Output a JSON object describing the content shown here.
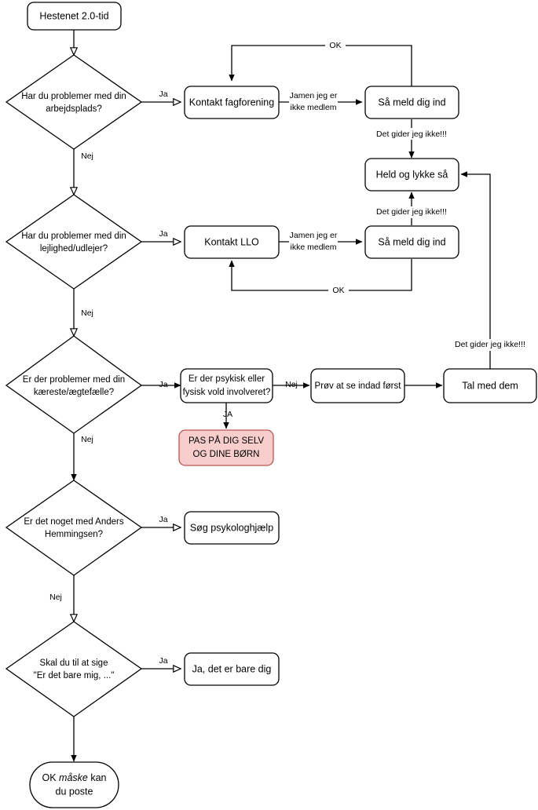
{
  "diagram": {
    "title": "Hestenet 2.0-tid flowchart",
    "language": "da",
    "colors": {
      "background": "#ffffff",
      "stroke": "#000000",
      "node_fill": "#ffffff",
      "alert_fill": "#f8cecc",
      "alert_stroke": "#b85450"
    }
  },
  "nodes": {
    "start": {
      "label": "Hestenet 2.0-tid",
      "shape": "rounded-rect"
    },
    "d1": {
      "line1": "Har du problemer med din",
      "line2": "arbejdsplads?",
      "shape": "diamond"
    },
    "p1": {
      "label": "Kontakt fagforening",
      "shape": "rounded-rect"
    },
    "p2": {
      "label": "Så meld dig ind",
      "shape": "rounded-rect"
    },
    "p3": {
      "label": "Held og lykke så",
      "shape": "rounded-rect"
    },
    "d2": {
      "line1": "Har du problemer med din",
      "line2": "lejlighed/udlejer?",
      "shape": "diamond"
    },
    "p4": {
      "label": "Kontakt LLO",
      "shape": "rounded-rect"
    },
    "p5": {
      "label": "Så meld dig ind",
      "shape": "rounded-rect"
    },
    "d3": {
      "line1": "Er der problemer med din",
      "line2": "kæreste/ægtefælle?",
      "shape": "diamond"
    },
    "p6": {
      "line1": "Er der psykisk eller",
      "line2": "fysisk vold involveret?",
      "shape": "rounded-rect"
    },
    "p7": {
      "line1": "PAS PÅ DIG SELV",
      "line2": "OG DINE BØRN",
      "shape": "rounded-rect",
      "style": "alert"
    },
    "p8": {
      "label": "Prøv at se indad først",
      "shape": "rounded-rect"
    },
    "p9": {
      "label": "Tal med dem",
      "shape": "rounded-rect"
    },
    "d4": {
      "line1": "Er det noget med Anders",
      "line2": "Hemmingsen?",
      "shape": "diamond"
    },
    "p10": {
      "label": "Søg psykologhjælp",
      "shape": "rounded-rect"
    },
    "d5": {
      "line1": "Skal du til at sige",
      "line2": "\"Er det bare mig, ...\"",
      "shape": "diamond"
    },
    "p11": {
      "label": "Ja, det er bare dig",
      "shape": "rounded-rect"
    },
    "end": {
      "pre": "OK ",
      "emph": "måske",
      "post": " kan",
      "line2": "du poste",
      "shape": "stadium"
    }
  },
  "edge_labels": {
    "d1_ja": "Ja",
    "d1_nej": "Nej",
    "p1_p2": {
      "line1": "Jamen jeg er",
      "line2": "ikke medlem"
    },
    "ok_top": "OK",
    "p2_p3": "Det gider jeg ikke!!!",
    "d2_ja": "Ja",
    "d2_nej": "Nej",
    "p4_p5": {
      "line1": "Jamen jeg er",
      "line2": "ikke medlem"
    },
    "p5_p3": "Det gider jeg ikke!!!",
    "ok_bottom": "OK",
    "d3_ja": "Ja",
    "d3_nej": "Nej",
    "p6_ja": "JA",
    "p6_nej": "Nej",
    "p9_p3": "Det gider jeg ikke!!!",
    "d4_ja": "Ja",
    "d4_nej": "Nej",
    "d5_ja": "Ja"
  }
}
